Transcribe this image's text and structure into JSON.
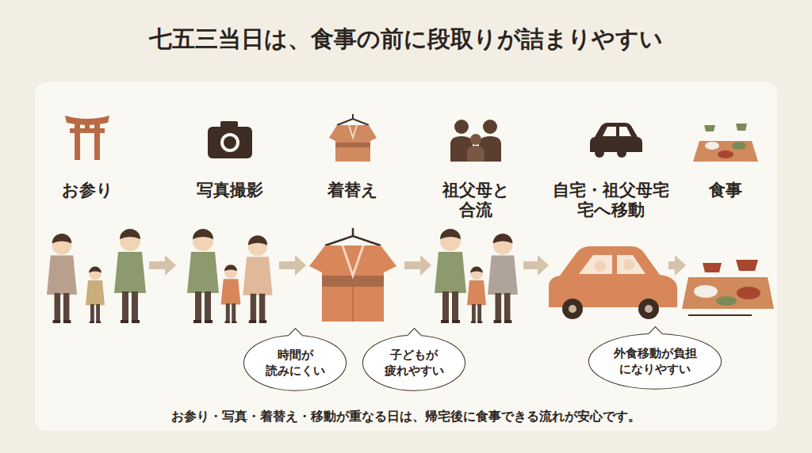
{
  "diagram": {
    "title": "七五三当日は、食事の前に段取りが詰まりやすい",
    "caption": "お参り・写真・着替え・移動が重なる日は、帰宅後に食事できる流れが安心です。",
    "nodes": [
      {
        "text": [
          "時間が 読みにくい"
        ]
      },
      {
        "text": [
          "子どもが 疲れやすい"
        ]
      },
      {
        "text": [
          "外食移動が負担 になりやすい"
        ]
      }
    ],
    "labels": [
      "お参り",
      "写真撮影",
      "着替え",
      "祖父母と 合流",
      "自宅・祖父母宅 宅へ移動",
      "食事"
    ]
  }
}
